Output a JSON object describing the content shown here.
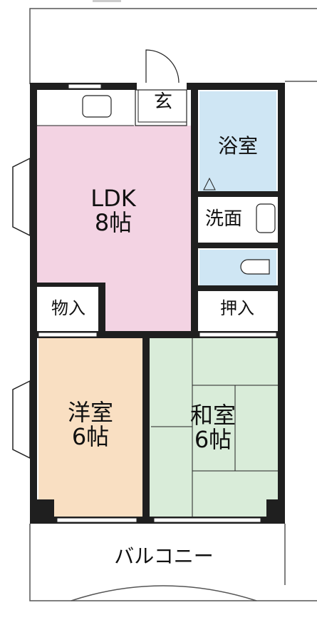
{
  "floorplan": {
    "colors": {
      "wall": "#1f1f1f",
      "ldk": "#f3d3e3",
      "bath": "#cfe6f4",
      "western": "#f9dfc2",
      "japanese": "#d9ecd9",
      "background": "#ffffff"
    },
    "rooms": {
      "entrance": {
        "label": "玄"
      },
      "bath": {
        "label": "浴室"
      },
      "ldk": {
        "line1": "LDK",
        "line2": "8帖"
      },
      "washroom": {
        "label": "洗面"
      },
      "storage": {
        "label": "物入"
      },
      "closet": {
        "label": "押入"
      },
      "western": {
        "line1": "洋室",
        "line2": "6帖"
      },
      "japanese": {
        "line1": "和室",
        "line2": "6帖"
      },
      "balcony": {
        "label": "バルコニー"
      }
    }
  }
}
